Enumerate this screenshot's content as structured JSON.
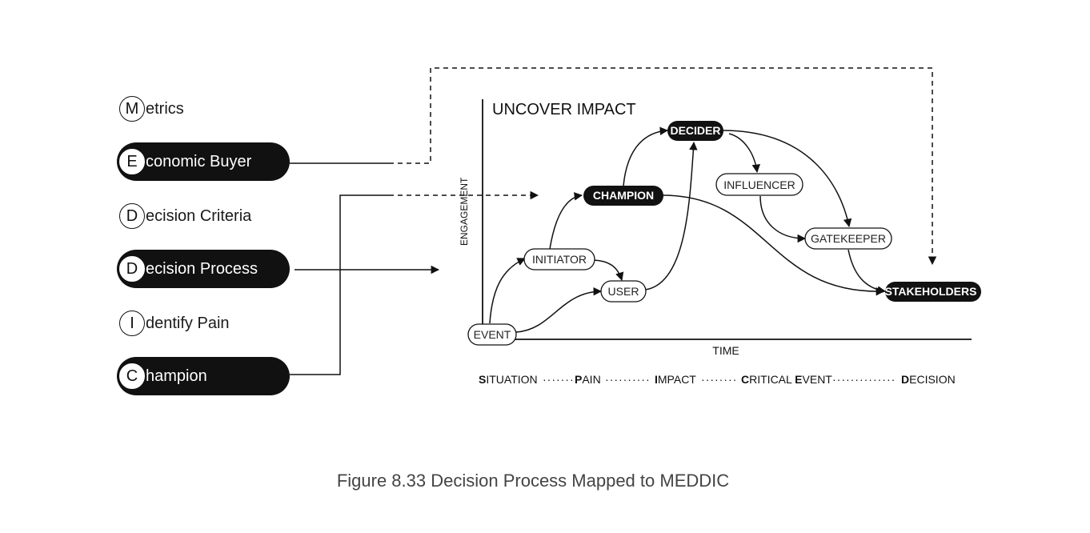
{
  "meddic": [
    {
      "letter": "M",
      "rest": "etrics",
      "highlighted": false
    },
    {
      "letter": "E",
      "rest": "conomic Buyer",
      "highlighted": true
    },
    {
      "letter": "D",
      "rest": "ecision Criteria",
      "highlighted": false
    },
    {
      "letter": "D",
      "rest": "ecision Process",
      "highlighted": true
    },
    {
      "letter": "I",
      "rest": "dentify Pain",
      "highlighted": false
    },
    {
      "letter": "C",
      "rest": "hampion",
      "highlighted": true
    }
  ],
  "chart": {
    "title": "UNCOVER IMPACT",
    "y_axis_label": "ENGAGEMENT",
    "x_axis_label": "TIME",
    "nodes": {
      "event": "EVENT",
      "initiator": "INITIATOR",
      "user": "USER",
      "champion": "CHAMPION",
      "decider": "DECIDER",
      "influencer": "INFLUENCER",
      "gatekeeper": "GATEKEEPER",
      "stakeholders": "STAKEHOLDERS"
    }
  },
  "stages": [
    {
      "initial": "S",
      "rest": "ITUATION"
    },
    {
      "initial": "P",
      "rest": "AIN"
    },
    {
      "initial": "I",
      "rest": "MPACT"
    },
    {
      "initial": "C",
      "rest": "RITICAL ",
      "initial2": "E",
      "rest2": "VENT"
    },
    {
      "initial": "D",
      "rest": "ECISION"
    }
  ],
  "caption": "Figure 8.33 Decision Process Mapped to MEDDIC",
  "colors": {
    "ink": "#111111",
    "caption": "#444444",
    "background": "#ffffff"
  }
}
